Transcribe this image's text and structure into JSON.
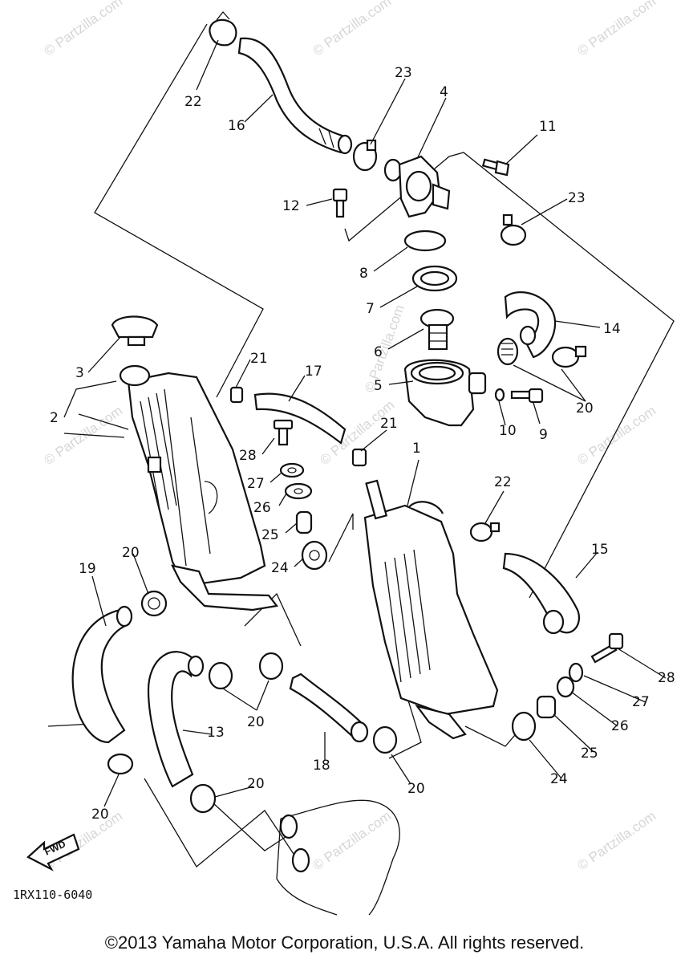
{
  "diagram_code": "1RX110-6040",
  "copyright": "©2013  Yamaha Motor Corporation, U.S.A. All rights reserved.",
  "watermark": "© Partzilla.com",
  "fwd_label": "FWD",
  "callouts": {
    "c1": "1",
    "c2": "2",
    "c3": "3",
    "c4": "4",
    "c5": "5",
    "c6": "6",
    "c7": "7",
    "c8": "8",
    "c9": "9",
    "c10": "10",
    "c11": "11",
    "c12": "12",
    "c13": "13",
    "c14": "14",
    "c15": "15",
    "c16": "16",
    "c17": "17",
    "c18": "18",
    "c19": "19",
    "c20a": "20",
    "c20b": "20",
    "c20c": "20",
    "c20d": "20",
    "c20e": "20",
    "c20f": "20",
    "c21a": "21",
    "c21b": "21",
    "c22a": "22",
    "c22b": "22",
    "c23a": "23",
    "c23b": "23",
    "c24a": "24",
    "c24b": "24",
    "c25a": "25",
    "c25b": "25",
    "c26a": "26",
    "c26b": "26",
    "c27a": "27",
    "c27b": "27",
    "c28a": "28",
    "c28b": "28"
  }
}
